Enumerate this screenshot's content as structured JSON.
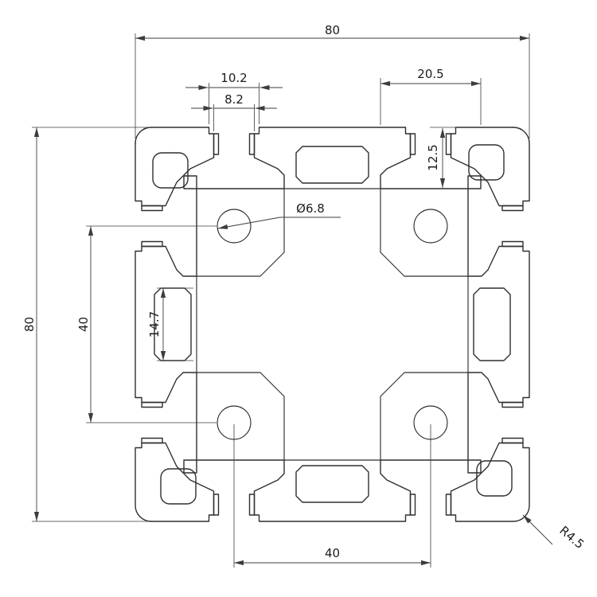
{
  "drawing": {
    "type": "technical-cad-cross-section",
    "dimensions": {
      "width_top": "80",
      "height_left": "80",
      "slot_recess_width": "10.2",
      "slot_opening_width": "8.2",
      "pocket_width": "20.5",
      "slot_depth": "12.5",
      "bore_diameter": "Ø6.8",
      "bore_spacing_vertical": "40",
      "chamber_height": "14.7",
      "bore_spacing_horizontal": "40",
      "corner_radius": "R4.5"
    },
    "colors": {
      "profile_line": "#2f2f2f",
      "dimension_line": "#3c3c3c",
      "text": "#1c1c1c",
      "background": "#ffffff"
    }
  }
}
